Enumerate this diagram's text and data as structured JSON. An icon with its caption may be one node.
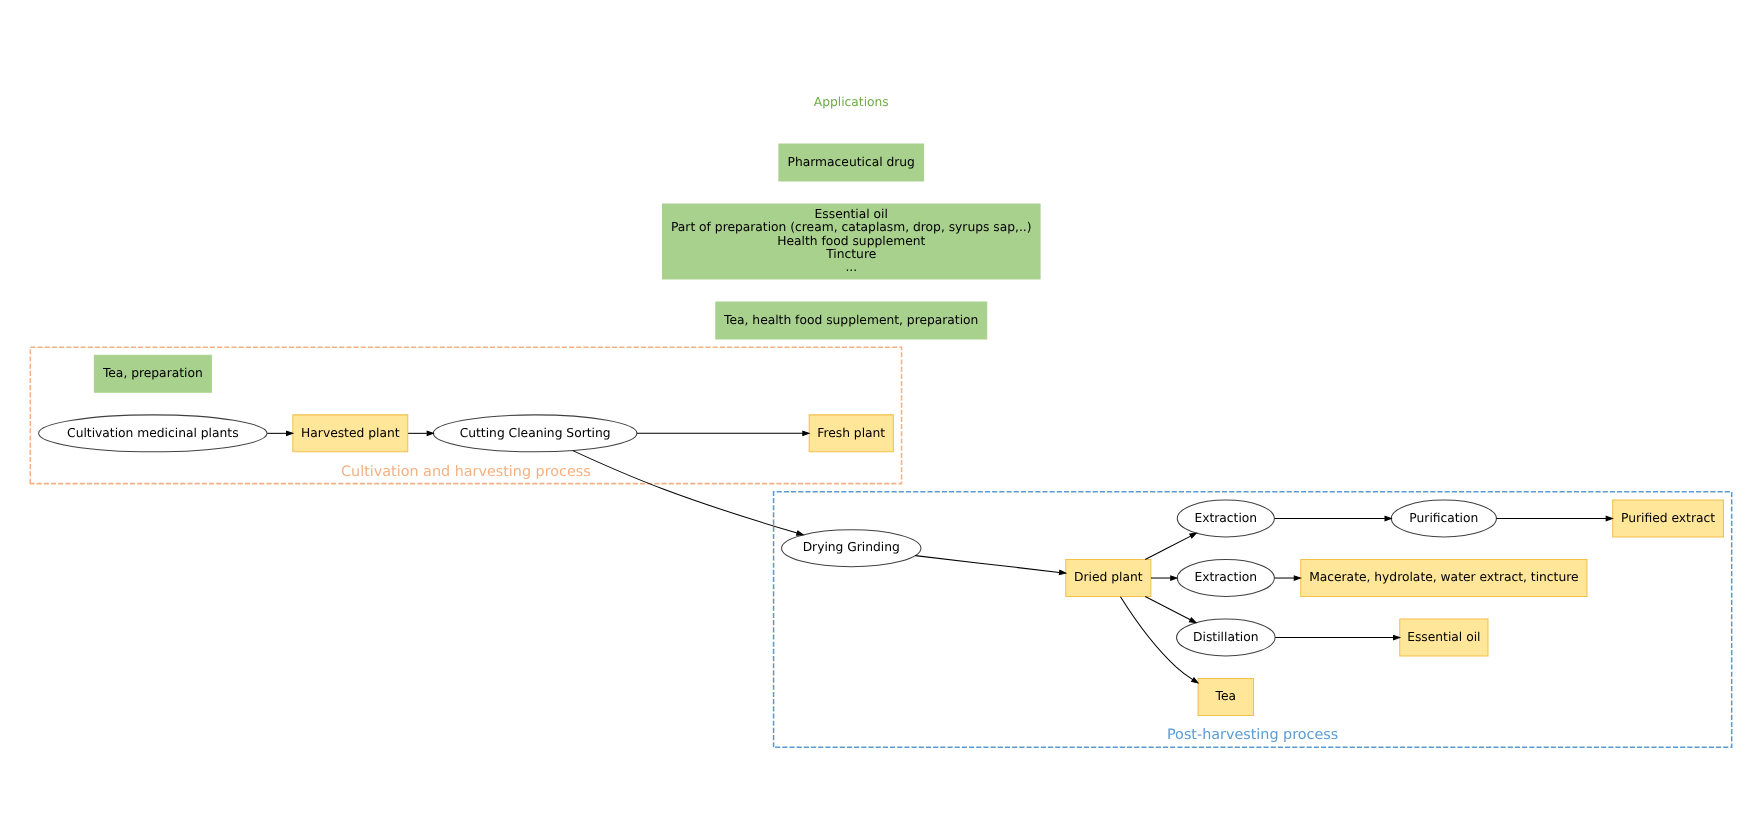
{
  "diagram": {
    "nodes": [
      {
        "text": [
          "Cultivation and harvesting process"
        ]
      },
      {
        "text": [
          "Tea, preparation"
        ],
        "in": 0
      },
      {
        "text": [
          "Cultivation medicinal plants"
        ],
        "in": 0
      },
      {
        "text": [
          "Fresh plant"
        ],
        "in": 0
      },
      {
        "text": [
          "Harvested plant"
        ],
        "in": 0
      },
      {
        "text": [
          "Cutting Cleaning Sorting"
        ],
        "in": 0
      },
      {
        "text": [
          "Post-harvesting process"
        ]
      },
      {
        "text": [
          "Drying Grinding"
        ],
        "in": 6
      },
      {
        "text": [
          "Dried plant"
        ],
        "in": 6
      },
      {
        "text": [
          "Tea"
        ],
        "in": 6
      },
      {
        "text": [
          "Distillation"
        ],
        "in": 6
      },
      {
        "text": [
          "Essential oil"
        ],
        "in": 6
      },
      {
        "text": [
          "Extraction"
        ],
        "in": 6
      },
      {
        "text": [
          "Macerate, hydrolate, water extract, tincture"
        ],
        "in": 6
      },
      {
        "text": [
          "Extraction"
        ],
        "in": 6
      },
      {
        "text": [
          "Purification"
        ],
        "in": 6
      },
      {
        "text": [
          "Purified extract"
        ],
        "in": 6
      },
      {
        "text": [
          "Tea, health food supplement, preparation"
        ]
      },
      {
        "text": [
          "Essential oil",
          "Part of preparation (cream, cataplasm, drop, syrups sap,..)",
          "Health food supplement",
          "Tincture",
          "..."
        ]
      },
      {
        "text": [
          "Pharmaceutical drug"
        ]
      }
    ],
    "edges": [
      {
        "from": 2,
        "to": 4,
        "arrow": "to"
      },
      {
        "from": 4,
        "to": 5,
        "arrow": "to"
      },
      {
        "from": 5,
        "to": 3,
        "arrow": "to"
      },
      {
        "from": 5,
        "to": 7,
        "arrow": "to"
      },
      {
        "from": 7,
        "to": 8,
        "arrow": "to"
      },
      {
        "from": 8,
        "to": 9,
        "arrow": "to"
      },
      {
        "from": 8,
        "to": 10,
        "arrow": "to"
      },
      {
        "from": 10,
        "to": 11,
        "arrow": "to"
      },
      {
        "from": 8,
        "to": 12,
        "arrow": "to"
      },
      {
        "from": 12,
        "to": 13,
        "arrow": "to"
      },
      {
        "from": 8,
        "to": 14,
        "arrow": "to"
      },
      {
        "from": 14,
        "to": 15,
        "arrow": "to"
      },
      {
        "from": 15,
        "to": 16,
        "arrow": "to"
      }
    ],
    "labels": [
      "Applications"
    ]
  }
}
